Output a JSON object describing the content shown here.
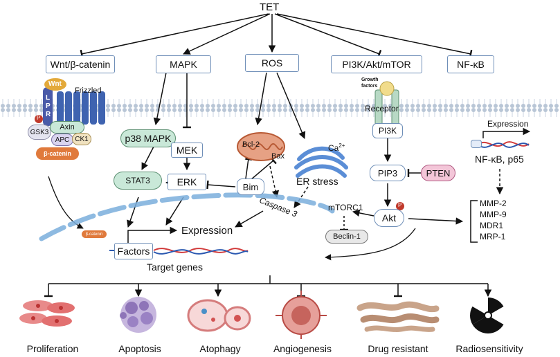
{
  "top": {
    "root": "TET"
  },
  "pathways": {
    "wnt": "Wnt/β-catenin",
    "mapk": "MAPK",
    "ros": "ROS",
    "pi3k": "PI3K/Akt/mTOR",
    "nfkb": "NF-κB"
  },
  "wnt_module": {
    "wnt": "Wnt",
    "lpr_l": "L",
    "lpr_p": "P",
    "lpr_r": "R",
    "p_badge": "P",
    "frizzled": "Frizzled",
    "gsk3": "GSK3",
    "axin": "Axin",
    "apc": "APC",
    "ck1": "CK1",
    "beta_catenin": "β-catenin",
    "beta_catenin_nuclear": "β-catenin"
  },
  "mapk_module": {
    "p38": "p38 MAPK",
    "mek": "MEK",
    "stat3": "STAT3",
    "erk": "ERK"
  },
  "ros_module": {
    "bcl2": "Bcl-2",
    "bax": "Bax",
    "bim": "Bim",
    "ca": "Ca",
    "ca_sup": "2+",
    "er_stress": "ER stress",
    "caspase3": "Caspase 3"
  },
  "pi3k_module": {
    "growth_factors_1": "Growth",
    "growth_factors_2": "factors",
    "receptor": "Receptor",
    "pi3k": "PI3K",
    "pip3": "PIP3",
    "pten": "PTEN",
    "mtorc1": "mTORC1",
    "akt": "Akt",
    "beclin": "Beclin-1",
    "p_badge": "P"
  },
  "nfkb_module": {
    "expression": "Expression",
    "nfkb_p65": "NF-κB, p65",
    "targets": [
      "MMP-2",
      "MMP-9",
      "MDR1",
      "MRP-1"
    ]
  },
  "nucleus": {
    "expression": "Expression",
    "factors": "Factors",
    "target_genes": "Target genes"
  },
  "outcomes": [
    "Proliferation",
    "Apoptosis",
    "Atophagy",
    "Angiogenesis",
    "Drug resistant",
    "Radiosensitivity"
  ],
  "colors": {
    "box_border": "#6f8fb8",
    "membrane": "#a9b9cc",
    "green": "#c9e8d8",
    "orange": "#e07a3c",
    "lpr": "#4a5aa8",
    "pten": "#f3c6d8",
    "red_badge": "#c0392b"
  }
}
